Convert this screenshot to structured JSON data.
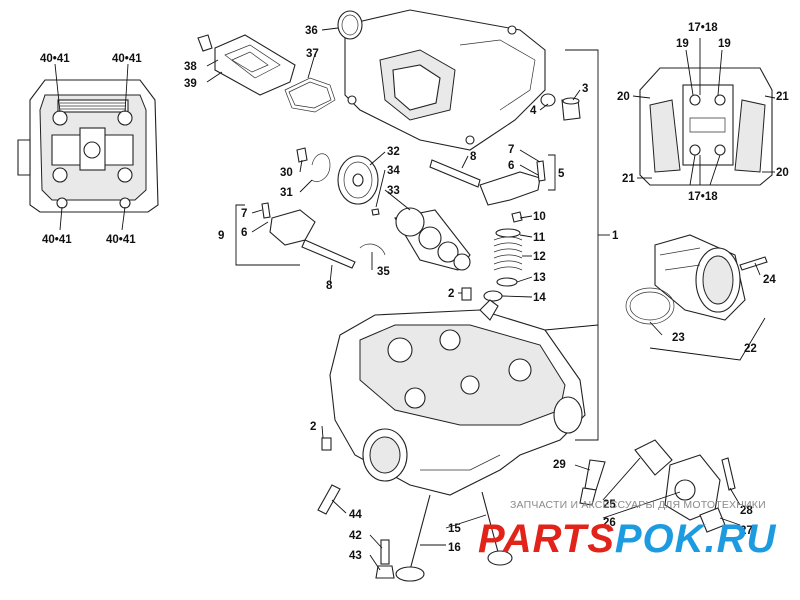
{
  "labels": {
    "c1": "1",
    "c2a": "2",
    "c2b": "2",
    "c3": "3",
    "c4": "4",
    "c5": "5",
    "c6a": "6",
    "c6b": "6",
    "c7a": "7",
    "c7b": "7",
    "c8a": "8",
    "c8b": "8",
    "c9": "9",
    "c10": "10",
    "c11": "11",
    "c12": "12",
    "c13": "13",
    "c14": "14",
    "c15": "15",
    "c16": "16",
    "c17a": "17•18",
    "c17b": "17•18",
    "c19a": "19",
    "c19b": "19",
    "c20a": "20",
    "c20b": "20",
    "c21a": "21",
    "c21b": "21",
    "c22": "22",
    "c23": "23",
    "c24": "24",
    "c25": "25",
    "c26": "26",
    "c27": "27",
    "c28": "28",
    "c29": "29",
    "c30": "30",
    "c31": "31",
    "c32": "32",
    "c33": "33",
    "c34": "34",
    "c35": "35",
    "c36": "36",
    "c37": "37",
    "c38": "38",
    "c39": "39",
    "c40a": "40•41",
    "c40b": "40•41",
    "c40c": "40•41",
    "c40d": "40•41",
    "c42": "42",
    "c43": "43",
    "c44": "44"
  },
  "watermark": {
    "tagline": "ЗАПЧАСТИ И АКСЕССУАРЫ ДЛЯ МОТОТЕХНИКИ",
    "brand_part1": "PARTS",
    "brand_part2": "POK.RU",
    "brand_color1": "#e2231a",
    "brand_color2": "#1d9be0"
  }
}
